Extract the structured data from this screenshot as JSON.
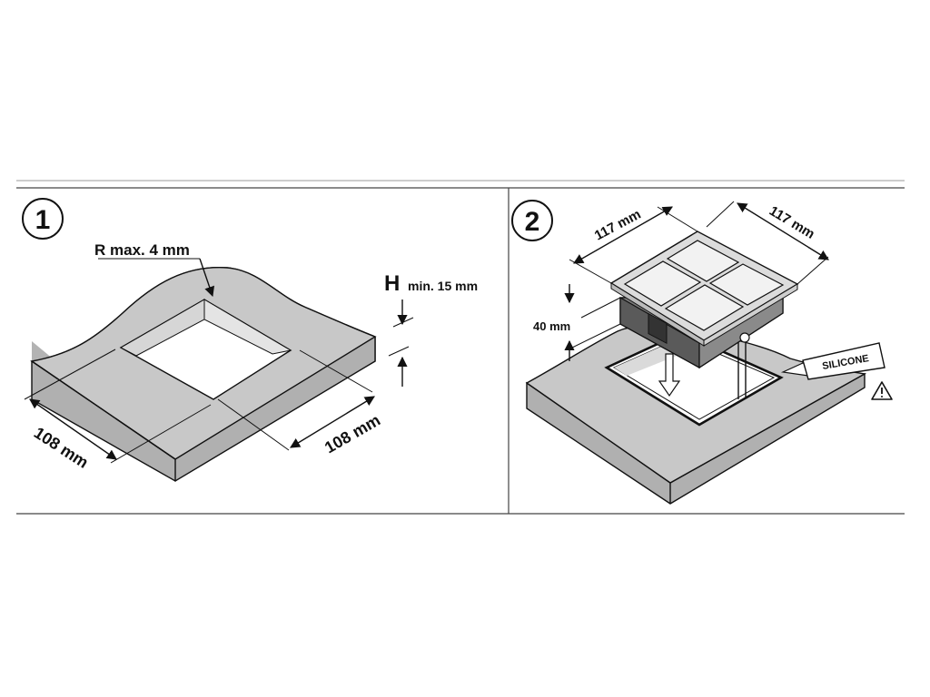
{
  "panel1": {
    "step": "1",
    "radius_label": "R max. 4 mm",
    "height_letter": "H",
    "height_label": "min. 15 mm",
    "width_left": "108 mm",
    "width_right": "108 mm"
  },
  "panel2": {
    "step": "2",
    "dim_left": "117 mm",
    "dim_right": "117 mm",
    "depth_label": "40 mm",
    "silicone_label": "SILICONE",
    "warning_icon": "warning-triangle-icon"
  },
  "colors": {
    "surface": "#c8c8c8",
    "surface_side": "#b3b3b3",
    "line": "#111111",
    "box_top": "#dcdcdc"
  }
}
